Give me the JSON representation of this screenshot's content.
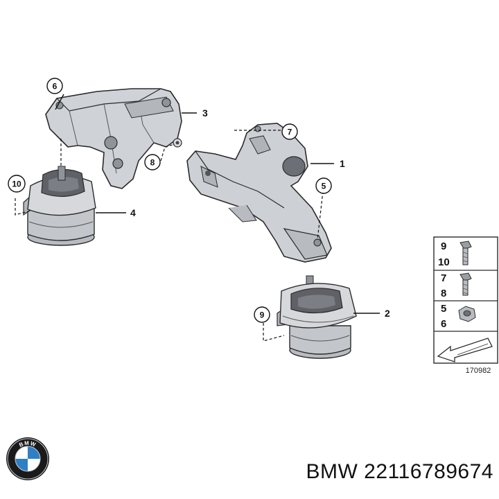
{
  "callouts": {
    "c6": "6",
    "c7": "7",
    "c8": "8",
    "c5": "5",
    "c9": "9",
    "c10": "10"
  },
  "parts": {
    "p1": "1",
    "p2": "2",
    "p3": "3",
    "p4": "4"
  },
  "legend": {
    "rows": [
      {
        "a": "9",
        "b": "10"
      },
      {
        "a": "7",
        "b": "8"
      },
      {
        "a": "5",
        "b": "6"
      }
    ],
    "ref": "170982"
  },
  "logo_text": "BMW",
  "caption": "BMW 22116789674",
  "colors": {
    "metal": "#c9ccd0",
    "metal_dark": "#9a9ea4",
    "outline": "#2a2a2a",
    "rubber": "#6e7076"
  }
}
